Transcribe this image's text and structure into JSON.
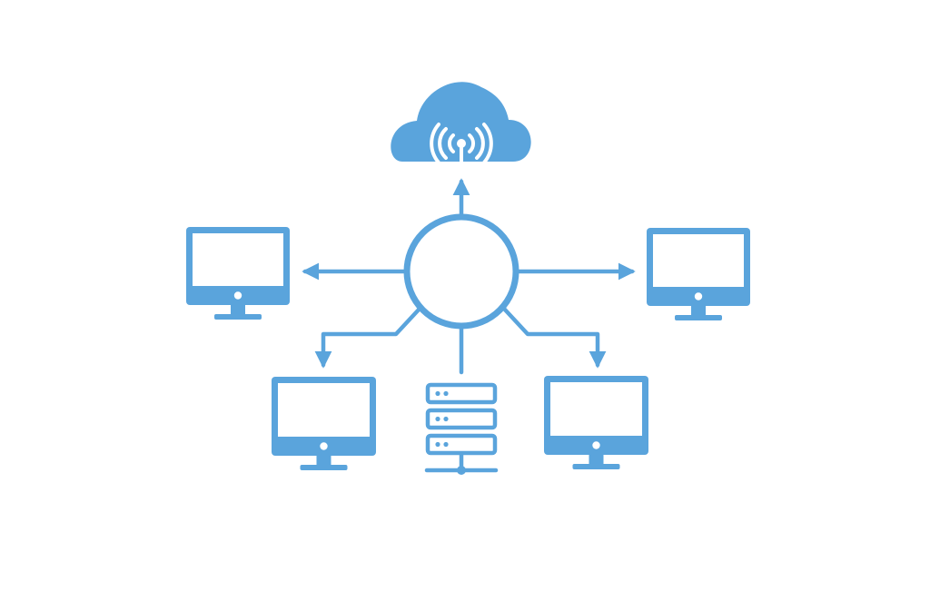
{
  "diagram": {
    "style": "flat line-art network topology",
    "background_color": "#ffffff",
    "stroke_color": "#5aa4dc",
    "fill_color": "#5aa4dc",
    "nodes": [
      {
        "id": "cloud",
        "icon": "cloud-wifi-icon"
      },
      {
        "id": "hub",
        "icon": "hub-circle"
      },
      {
        "id": "monitor-left",
        "icon": "monitor-icon"
      },
      {
        "id": "monitor-right",
        "icon": "monitor-icon"
      },
      {
        "id": "monitor-bottom-left",
        "icon": "monitor-icon"
      },
      {
        "id": "monitor-bottom-right",
        "icon": "monitor-icon"
      },
      {
        "id": "server",
        "icon": "server-rack-icon"
      }
    ],
    "edges": [
      {
        "from": "hub",
        "to": "cloud",
        "arrow": true
      },
      {
        "from": "hub",
        "to": "monitor-left",
        "arrow": true
      },
      {
        "from": "hub",
        "to": "monitor-right",
        "arrow": true
      },
      {
        "from": "hub",
        "to": "monitor-bottom-left",
        "arrow": true
      },
      {
        "from": "hub",
        "to": "monitor-bottom-right",
        "arrow": true
      },
      {
        "from": "hub",
        "to": "server",
        "arrow": false
      }
    ]
  }
}
